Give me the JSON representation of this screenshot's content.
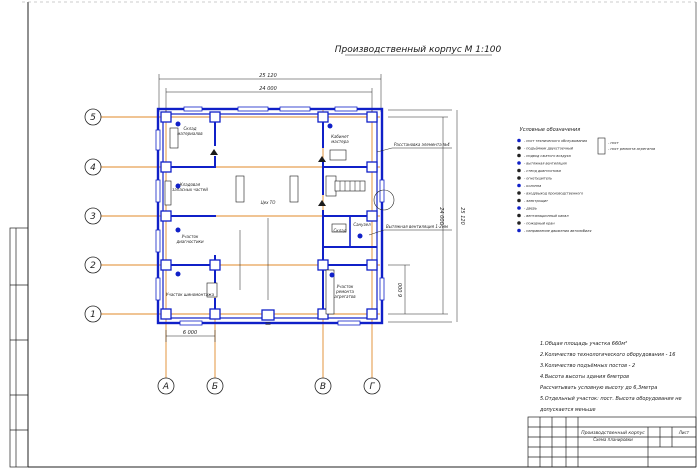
{
  "title": "Производственный корпус М 1:100",
  "dimensions": {
    "overall_top": "25 120",
    "inner_top": "24 000",
    "right_overall": "25 120",
    "right_inner": "24 000",
    "right_lower": "6 000",
    "bottom_left": "6 000"
  },
  "axes": {
    "rows": [
      "5",
      "4",
      "3",
      "2",
      "1"
    ],
    "cols": [
      "А",
      "Б",
      "В",
      "Г"
    ]
  },
  "rooms": {
    "r1": "Склад\nматериалов",
    "r2": "Кладовая\nзапасных частей",
    "r3": "Участок\nдиагностики",
    "r4": "Цех ТО",
    "r5": "Кабинет\nмастера",
    "r6": "Склад",
    "r7": "Участок шиномонтажа",
    "r8": "Участок\nремонта\nагрегатов",
    "r9": "Санузел"
  },
  "callouts": {
    "c1": "Расстановка элемента №4",
    "c2": "Вытяжная вентиляция  1-2мм"
  },
  "legend": {
    "title": "Условные обозначения",
    "items": [
      "- пост технического обслуживания",
      "- подъёмник двухстоечный",
      "- подвод сжатого воздуха",
      "- вытяжная вентиляция",
      "- стенд диагностики",
      "- огнетушитель",
      "- колонна",
      "- вход/выход производственного",
      "- электрощит",
      "- дверь",
      "- вентиляционный канал",
      "- пожарный кран",
      "- направление движения автомобиля"
    ],
    "right_items": [
      "- пост",
      "- пост ремонта агрегатов"
    ]
  },
  "notes": {
    "n1": "1.Общая площадь участка 660м²",
    "n2": "2.Количество технологического оборудования - 16",
    "n3": "3.Количество подъёмных постов - 2",
    "n4": "4.Высота высоты здания 6метров",
    "n5": "Рассчитывать условную высоту до 6,3метра",
    "n6": "5.Отдельный участок: пост. Высота оборудования не",
    "n7": "допускается меньше"
  },
  "stamp": {
    "title": "Производственный корпус",
    "sub": "Схема планировки",
    "sheet": "Лист"
  }
}
